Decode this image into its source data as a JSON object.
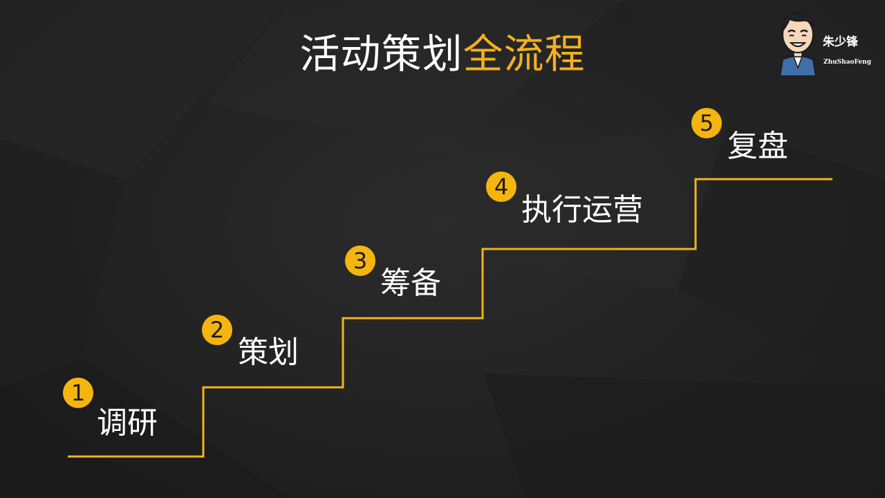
{
  "title": {
    "part1": "活动策划",
    "part2": "全流程"
  },
  "author": {
    "name": "朱少锋",
    "name_en": "ZhuShaoFeng"
  },
  "colors": {
    "accent": "#f5b01c",
    "line": "#f0b41e",
    "background": "#222222",
    "text": "#ffffff"
  },
  "steps": [
    {
      "number": "1",
      "label": "调研"
    },
    {
      "number": "2",
      "label": "策划"
    },
    {
      "number": "3",
      "label": "筹备"
    },
    {
      "number": "4",
      "label": "执行运营"
    },
    {
      "number": "5",
      "label": "复盘"
    }
  ]
}
